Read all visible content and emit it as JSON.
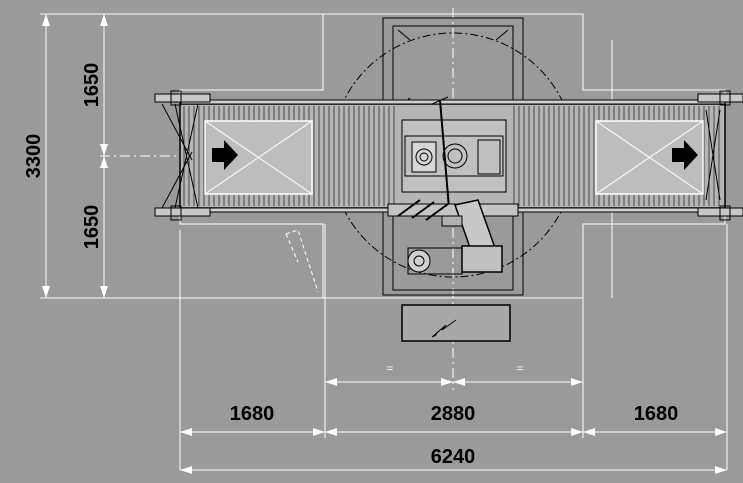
{
  "dimensions": {
    "height_total": "3300",
    "height_top": "1650",
    "height_bottom": "1650",
    "width_left": "1680",
    "width_center": "2880",
    "width_right": "1680",
    "width_total": "6240",
    "equal_left": "=",
    "equal_right": "="
  },
  "colors": {
    "background": "#9a9a9a",
    "conveyor": "#bfbfbf",
    "lines": "#ffffff",
    "ink": "#000000"
  },
  "icons": {
    "flow_arrow": "right-arrow-icon",
    "power": "lightning-icon"
  }
}
